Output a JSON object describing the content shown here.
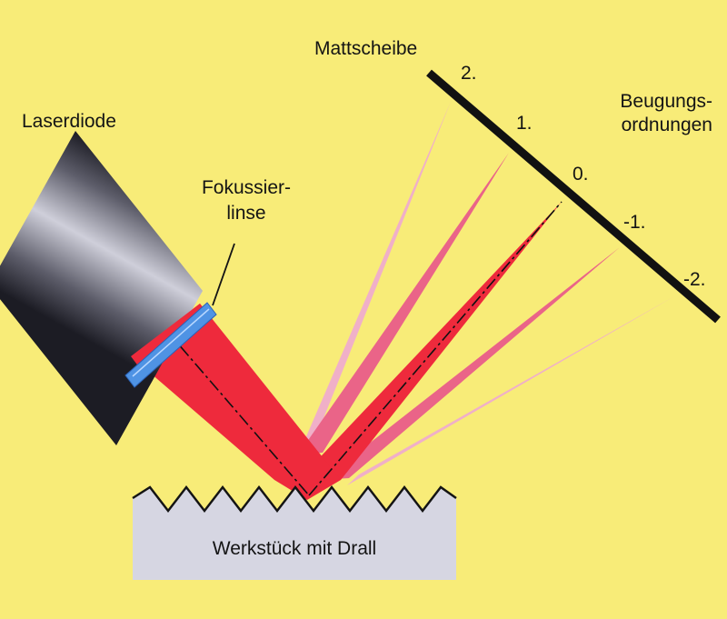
{
  "labels": {
    "laserdiode": "Laserdiode",
    "lens_line1": "Fokussier-",
    "lens_line2": "linse",
    "screen": "Mattscheibe",
    "orders_line1": "Beugungs-",
    "orders_line2": "ordnungen",
    "workpiece": "Werkstück mit Drall"
  },
  "orders": [
    "2.",
    "1.",
    "0.",
    "-1.",
    "-2."
  ],
  "colors": {
    "background": "#f8ec78",
    "beam_main": "#ee2a3c",
    "beam_first_order": "#ea6488",
    "beam_second_order": "#f0b0c8",
    "lens": "#4f93e4",
    "screen": "#111111",
    "workpiece": "#d6d6e2"
  }
}
